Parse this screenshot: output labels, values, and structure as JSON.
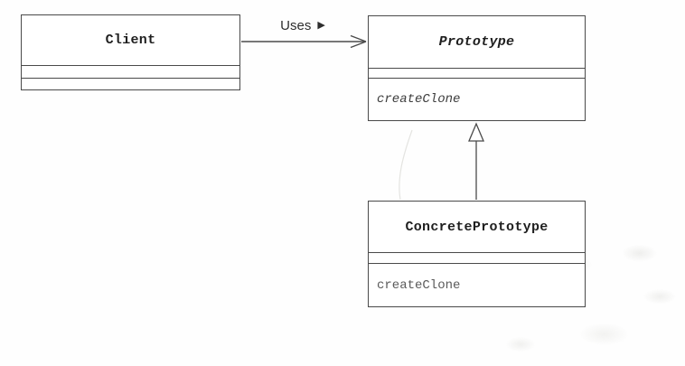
{
  "classes": {
    "client": {
      "title": "Client"
    },
    "prototype": {
      "title": "Prototype",
      "abstract": true,
      "method": "createClone"
    },
    "concrete_prototype": {
      "title": "ConcretePrototype",
      "method": "createClone"
    }
  },
  "relationships": {
    "uses": {
      "type": "directed-association",
      "label": "Uses",
      "direction_icon": "▶",
      "from": "Client",
      "to": "Prototype"
    },
    "generalization": {
      "type": "generalization",
      "from": "ConcretePrototype",
      "to": "Prototype"
    }
  },
  "colors": {
    "line": "#4a4a4a",
    "title_text": "#1f1f1f",
    "abstract_method_text": "#3d3d3d",
    "method_text": "#5a5a5a",
    "background": "#fefefe"
  }
}
